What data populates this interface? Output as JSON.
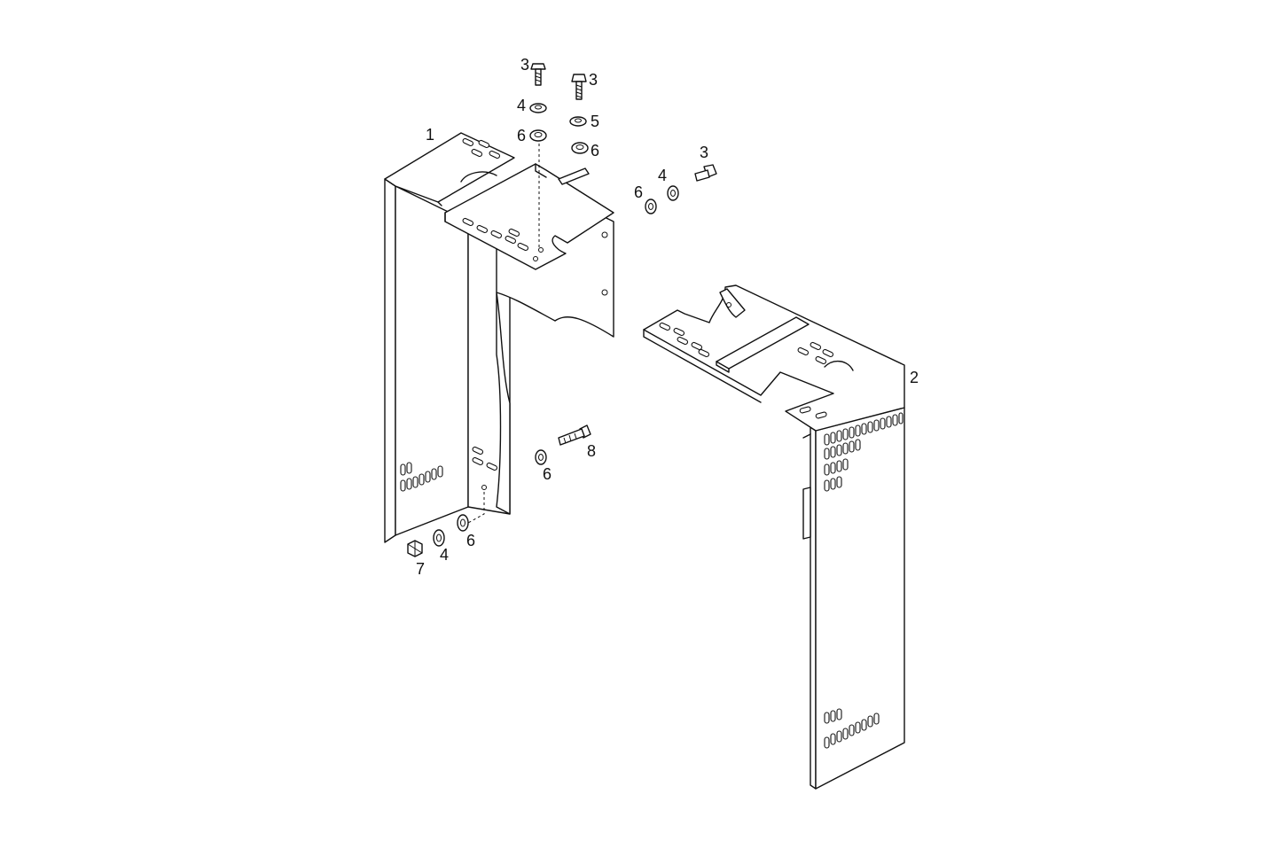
{
  "diagram": {
    "callouts": {
      "c1": "1",
      "c2": "2",
      "c3a": "3",
      "c3b": "3",
      "c3c": "3",
      "c4a": "4",
      "c4b": "4",
      "c4c": "4",
      "c5": "5",
      "c6a": "6",
      "c6b": "6",
      "c6c": "6",
      "c6d": "6",
      "c6e": "6",
      "c7": "7",
      "c8": "8"
    }
  }
}
